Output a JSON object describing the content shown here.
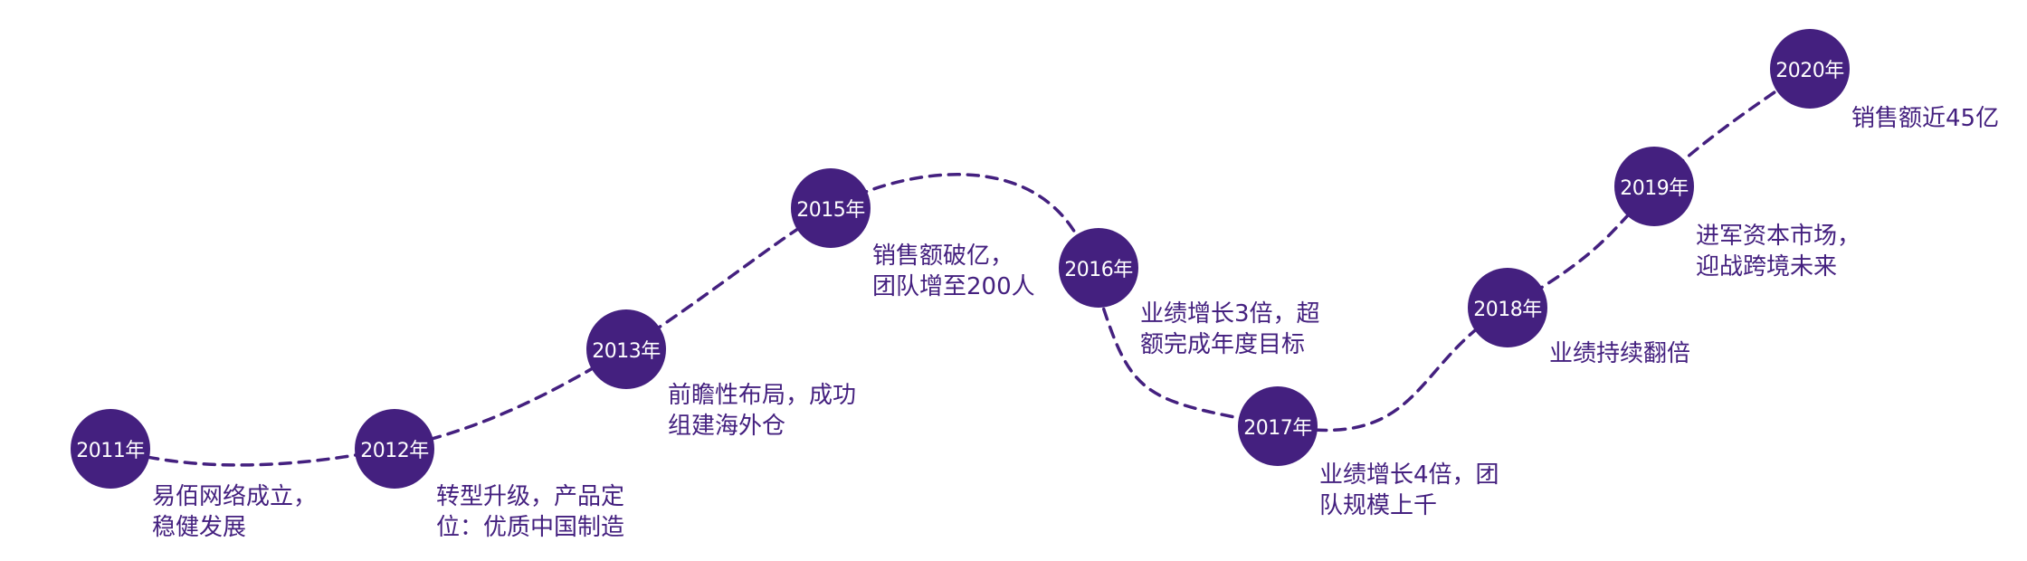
{
  "colors": {
    "accent": "#44207f",
    "node_text": "#ffffff",
    "background": "#ffffff"
  },
  "milestones": [
    {
      "year": "2011年",
      "desc": [
        "易佰网络成立，",
        "稳健发展"
      ]
    },
    {
      "year": "2012年",
      "desc": [
        "转型升级，产品定",
        "位：优质中国制造"
      ]
    },
    {
      "year": "2013年",
      "desc": [
        "前瞻性布局，成功",
        "组建海外仓"
      ]
    },
    {
      "year": "2015年",
      "desc": [
        "销售额破亿，",
        "团队增至200人"
      ]
    },
    {
      "year": "2016年",
      "desc": [
        "业绩增长3倍，超",
        "额完成年度目标"
      ]
    },
    {
      "year": "2017年",
      "desc": [
        "业绩增长4倍，团",
        "队规模上千"
      ]
    },
    {
      "year": "2018年",
      "desc": [
        "业绩持续翻倍"
      ]
    },
    {
      "year": "2019年",
      "desc": [
        "进军资本市场，",
        "迎战跨境未来"
      ]
    },
    {
      "year": "2020年",
      "desc": [
        "销售额近45亿"
      ]
    }
  ]
}
